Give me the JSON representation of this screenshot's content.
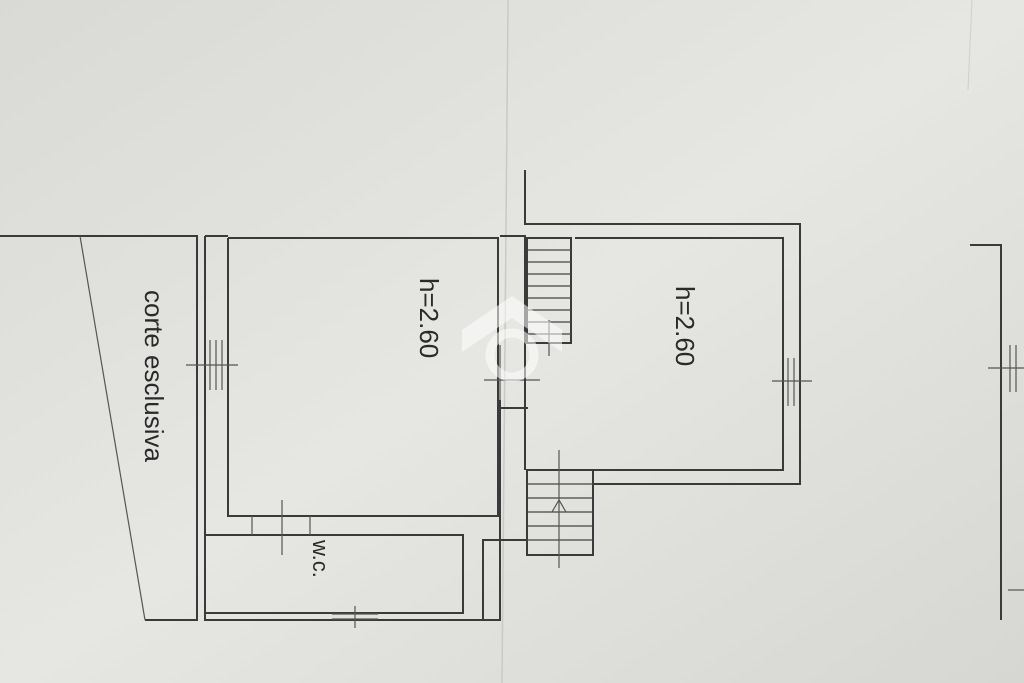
{
  "plan": {
    "courtyard_label": "corte esclusiva",
    "room_left_height": "h=2.60",
    "room_right_height": "h=2.60",
    "wc_label": "w.c."
  },
  "colors": {
    "paper": "#e3e3df",
    "paper_shadow": "#d5d5d1",
    "lines": "#3a3a3a",
    "watermark": "#ffffff"
  }
}
